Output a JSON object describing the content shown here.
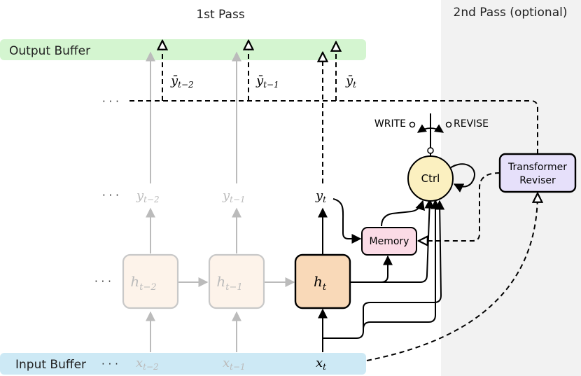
{
  "header": {
    "first_pass": "1st Pass",
    "second_pass": "2nd Pass (optional)"
  },
  "buffers": {
    "output": "Output Buffer",
    "input": "Input Buffer",
    "input_ellipsis": "· · ·"
  },
  "ellipsis": "· · ·",
  "hidden": [
    {
      "base": "h",
      "sub": "t−2"
    },
    {
      "base": "h",
      "sub": "t−1"
    },
    {
      "base": "h",
      "sub": "t"
    }
  ],
  "outputs": [
    {
      "base": "y",
      "sub": "t−2"
    },
    {
      "base": "y",
      "sub": "t−1"
    },
    {
      "base": "y",
      "sub": "t"
    }
  ],
  "inputs": [
    {
      "base": "x",
      "sub": "t−2"
    },
    {
      "base": "x",
      "sub": "t−1"
    },
    {
      "base": "x",
      "sub": "t"
    }
  ],
  "revised": [
    {
      "base": "ȳ",
      "sub": "t−2"
    },
    {
      "base": "ȳ",
      "sub": "t−1"
    },
    {
      "base": "ȳ",
      "sub": "t"
    }
  ],
  "memory": "Memory",
  "ctrl": "Ctrl",
  "write_label": "WRITE",
  "revise_label": "REVISE",
  "reviser": {
    "line1": "Transformer",
    "line2": "Reviser"
  },
  "colors": {
    "output_buffer": "#d4f5d0",
    "input_buffer": "#cde9f5",
    "hidden_faded": "#fdf3ea",
    "hidden_active": "#f9d9b8",
    "memory": "#fbdbe6",
    "ctrl": "#fbf0c0",
    "reviser": "#e6e0fa",
    "second_pass_bg": "#f2f2f2",
    "faded": "#b5b5b5"
  }
}
